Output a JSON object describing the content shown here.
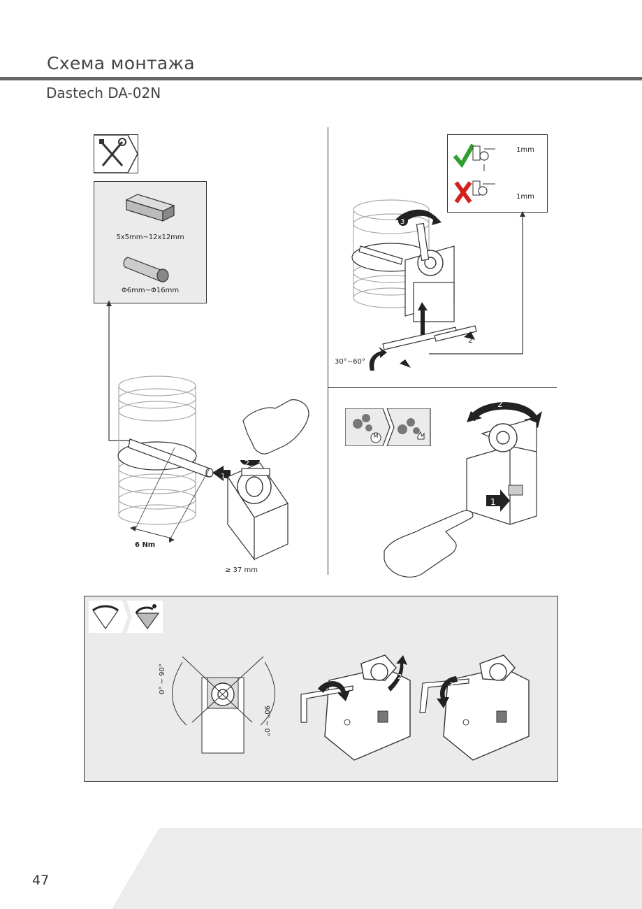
{
  "header": {
    "title": "Схема монтажа",
    "subtitle": "Dastech DA-02N"
  },
  "shaft_spec": {
    "square_label": "5x5mm~12x12mm",
    "round_label": "Φ6mm~Φ16mm"
  },
  "install": {
    "torque_label": "6 Nm",
    "clearance_label": "≥ 37 mm",
    "step_push": "1",
    "step_turn": "2"
  },
  "bracket": {
    "angle_label": "30°~60°",
    "step_screw": "2",
    "step_wrench": "3",
    "gap_ok_label": "1mm",
    "gap_bad_label": "1mm"
  },
  "manual_mode": {
    "motor_badge": "M",
    "step_press": "1",
    "step_rotate": "2"
  },
  "rotation": {
    "left_range": "0° ~ 90°",
    "right_range": "90° ~ 0°",
    "step_a": "1",
    "step_b": "2",
    "step_c": "3"
  },
  "footer": {
    "page_number": "47"
  },
  "colors": {
    "rule": "#666666",
    "panel": "#ebebeb",
    "ok": "#2e9e2e",
    "bad": "#d42020"
  }
}
